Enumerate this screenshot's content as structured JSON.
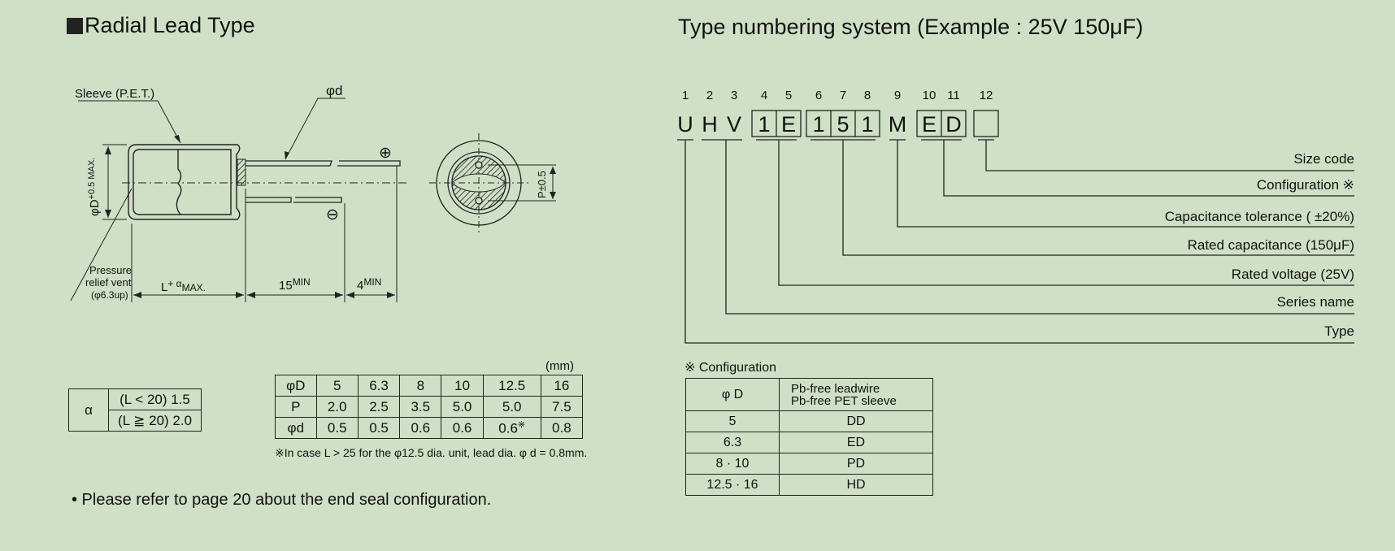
{
  "left": {
    "title": "Radial Lead Type",
    "diagram": {
      "sleeve": "Sleeve (P.E.T.)",
      "lead_dia": "φd",
      "plus": "⊕",
      "minus": "⊖",
      "diameter": "φD",
      "diameter_tol": "+0.5 MAX.",
      "vent_l1": "Pressure",
      "vent_l2": "relief vent",
      "vent_l3": "(φ6.3up)",
      "length": "L",
      "length_sup": "+ α",
      "length_max": "MAX.",
      "lead_len": "15",
      "lead_len_sup": "MIN",
      "extra_len": "4",
      "extra_len_sup": "MIN",
      "pitch": "P±0.5"
    },
    "alpha_table": {
      "symbol": "α",
      "row1": "(L < 20) 1.5",
      "row2": "(L ≧ 20) 2.0"
    },
    "dim_table": {
      "unit": "(mm)",
      "rows": [
        [
          "φD",
          "5",
          "6.3",
          "8",
          "10",
          "12.5",
          "16"
        ],
        [
          "P",
          "2.0",
          "2.5",
          "3.5",
          "5.0",
          "5.0",
          "7.5"
        ],
        [
          "φd",
          "0.5",
          "0.5",
          "0.6",
          "0.6",
          "0.6",
          "0.8"
        ]
      ],
      "mark": "※",
      "footnote": "※In case L > 25 for the φ12.5 dia. unit, lead dia. φ d = 0.8mm."
    },
    "bullet": "• Please refer to page 20 about the end seal configuration."
  },
  "right": {
    "title": "Type numbering system (Example : 25V 150μF)",
    "nums": [
      "1",
      "2",
      "3",
      "4",
      "5",
      "6",
      "7",
      "8",
      "9",
      "10",
      "11",
      "12"
    ],
    "chars": [
      "U",
      "H",
      "V",
      "1",
      "E",
      "1",
      "5",
      "1",
      "M",
      "E",
      "D",
      ""
    ],
    "labels": {
      "size": "Size code",
      "config": "Configuration ※",
      "tol": "Capacitance  tolerance ( ±20%)",
      "cap": "Rated capacitance (150μF)",
      "volt": "Rated voltage (25V)",
      "series": "Series name",
      "type": "Type"
    },
    "config_title": "※ Configuration",
    "config_table": {
      "header": [
        "φ D",
        "Pb-free leadwire",
        "Pb-free PET sleeve"
      ],
      "rows": [
        [
          "5",
          "DD"
        ],
        [
          "6.3",
          "ED"
        ],
        [
          "8 · 10",
          "PD"
        ],
        [
          "12.5 · 16",
          "HD"
        ]
      ]
    }
  }
}
